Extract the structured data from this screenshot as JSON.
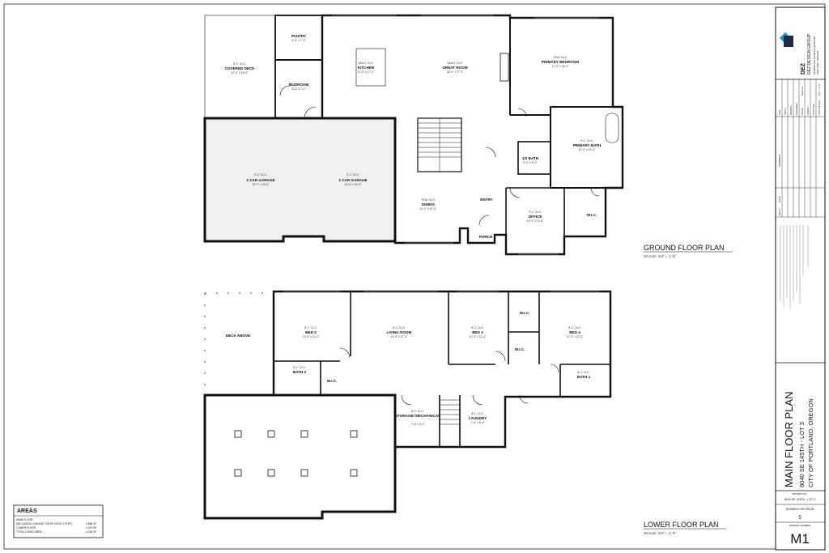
{
  "ground_floor": {
    "title": "GROUND FLOOR PLAN",
    "scale": "SCALE:  1/4\" = 1'-0\"",
    "rooms": [
      {
        "key": "covered_deck",
        "name": "COVERED DECK",
        "sub": "12'-0\" x 16'-0\"",
        "clg": "8'-1\" CLG."
      },
      {
        "key": "pantry",
        "name": "PANTRY",
        "sub": "6'-0\" x 7'-0\"",
        "clg": ""
      },
      {
        "key": "mudroom",
        "name": "MUDROOM",
        "sub": "6'-0\" x 7'-0\"",
        "clg": ""
      },
      {
        "key": "kitchen",
        "name": "KITCHEN",
        "sub": "12'-0\" x 17'-0\"",
        "clg": "VAULT CLG."
      },
      {
        "key": "great_room",
        "name": "GREAT ROOM",
        "sub": "18'-0\" x 17'-0\"",
        "clg": "VAULT CLG."
      },
      {
        "key": "primary_bedroom",
        "name": "PRIMARY BEDROOM",
        "sub": "17'-0\" x 16'-0\"",
        "clg": "TRAY CLG."
      },
      {
        "key": "primary_bath",
        "name": "PRIMARY BATH",
        "sub": "10'-0\" x 10'-4\"",
        "clg": "9'-1\" CLG."
      },
      {
        "key": "half_bath",
        "name": "1/2 BATH",
        "sub": "6'-0\" x 5'-0\"",
        "clg": ""
      },
      {
        "key": "garage2",
        "name": "2 CAR GARAGE",
        "sub": "22'-0\" x 23'-6\"",
        "clg": "9'-1\" CLG."
      },
      {
        "key": "garage1",
        "name": "1 CAR GARAGE",
        "sub": "10'-0\" x 23'-6\"",
        "clg": "9'-1\" CLG."
      },
      {
        "key": "dining",
        "name": "DINING",
        "sub": "11'-0\" x 12'-0\"",
        "clg": "TRAY CLG."
      },
      {
        "key": "entry",
        "name": "ENTRY",
        "sub": "",
        "clg": ""
      },
      {
        "key": "office",
        "name": "OFFICE",
        "sub": "10'-0\" x 11'-6\"",
        "clg": "9'-1\" CLG."
      },
      {
        "key": "wic",
        "name": "W.I.C.",
        "sub": "",
        "clg": ""
      },
      {
        "key": "porch",
        "name": "PORCH",
        "sub": "",
        "clg": ""
      }
    ]
  },
  "lower_floor": {
    "title": "LOWER FLOOR PLAN",
    "scale": "SCALE:  1/4\" = 1'-0\"",
    "deck_above": "DECK ABOVE",
    "rooms": [
      {
        "key": "bed2",
        "name": "BED 2",
        "sub": "13'-0\" x 11'-0\"",
        "clg": "8'-1\" CLG."
      },
      {
        "key": "living",
        "name": "LIVING ROOM",
        "sub": "16'-0\" x 17'-0\"",
        "clg": "8'-1\" CLG."
      },
      {
        "key": "bed3",
        "name": "BED 3",
        "sub": "10'-0\" x 12'-2\"",
        "clg": "8'-1\" CLG."
      },
      {
        "key": "wic_upper",
        "name": "W.I.C.",
        "sub": "",
        "clg": ""
      },
      {
        "key": "bed4",
        "name": "BED 4",
        "sub": "12'-0\" x 12'-2\"",
        "clg": "8'-1\" CLG."
      },
      {
        "key": "wic_bed3",
        "name": "W.I.C.",
        "sub": "",
        "clg": ""
      },
      {
        "key": "bath2",
        "name": "BATH 2",
        "sub": "",
        "clg": "8'-1\" CLG."
      },
      {
        "key": "wic_bed2",
        "name": "W.I.C.",
        "sub": "",
        "clg": ""
      },
      {
        "key": "bath1",
        "name": "BATH 1",
        "sub": "",
        "clg": "8'-1\" CLG."
      },
      {
        "key": "storage",
        "name": "STORAGE/ MECHANICAL",
        "sub": "7'-6\" x 9'-0\"",
        "clg": "8'-1\" CLG."
      },
      {
        "key": "laundry",
        "name": "LAUNDRY",
        "sub": "7'-6\" x 8'-6\"",
        "clg": "8'-1\" CLG."
      }
    ]
  },
  "areas": {
    "title": "AREAS",
    "rows": [
      {
        "label": "MAIN FLOOR",
        "value": ""
      },
      {
        "label": "(INCLUDING GARAGE 728 SF,  DECK 276 SF)",
        "value": "2,556 SF"
      },
      {
        "label": "LOWER FLOOR",
        "value": "1,470 SF"
      },
      {
        "label": "TOTAL LIVING AREA",
        "value": "4,026 SF"
      }
    ]
  },
  "title_block": {
    "logo_text": "DEZ",
    "company": "DEZ DESIGN GROUP",
    "company_lines": [
      "RESIDENTIAL DESIGN & DRAFTING",
      "PORTLAND, OREGON"
    ],
    "info_rows": [
      {
        "label": "CAD",
        "value": ""
      },
      {
        "label": "ARCH",
        "value": ""
      },
      {
        "label": "DESIGN",
        "value": ""
      },
      {
        "label": "CHECKED",
        "value": ""
      },
      {
        "label": "CODE",
        "value": "Approve"
      },
      {
        "label": "SHEET",
        "value": ""
      },
      {
        "label": "PLOTTED",
        "value": ""
      },
      {
        "label": "PLOTSCALE",
        "value": "1/4\" = 1'-0\""
      }
    ],
    "rev_header": "REV #",
    "date_header": "DATE",
    "comment_header": "COMMENT",
    "sheet_title": "MAIN FLOOR PLAN",
    "address": "8040 SE 145TH - LOT 3",
    "city": "CITY OF PORTLAND, OREGON",
    "project_label": "PROJECT NO.",
    "project_value": "8040 SE 145TH - LOT 3",
    "drawing_revision_label": "DRAWING REVISION",
    "drawing_revision": "5",
    "drawing_number_label": "DRAWING NUMBER",
    "drawing_number": "M1"
  },
  "colors": {
    "wall": "#111111",
    "fill": "#f1f1f1",
    "logo_blue": "#1a9bd7",
    "logo_dark": "#1f2a44"
  }
}
